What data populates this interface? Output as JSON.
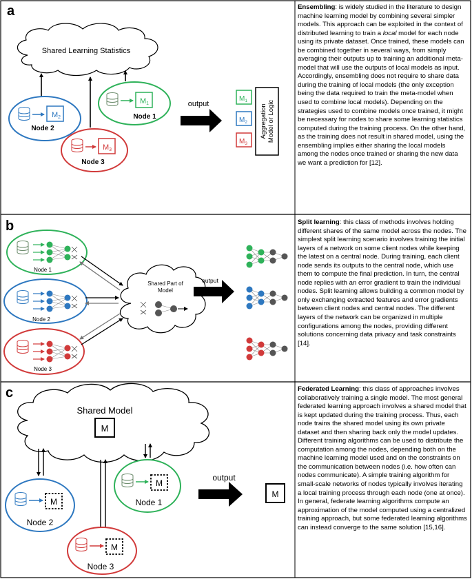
{
  "colors": {
    "green": "#2fb25a",
    "blue": "#2e78c0",
    "red": "#d13a3a",
    "black": "#000000"
  },
  "panel_a": {
    "letter": "a",
    "cloud_label": "Shared Learning Statistics",
    "node1_label": "Node 1",
    "node2_label": "Node 2",
    "node3_label": "Node 3",
    "model_1": "M",
    "model_1_sub": "1",
    "model_2": "M",
    "model_2_sub": "2",
    "model_3": "M",
    "model_3_sub": "3",
    "output_label": "output",
    "aggregation_line1": "Aggregation",
    "aggregation_line2": "Model or Logic",
    "text_title": "Ensembling",
    "text_body_1": ": is widely studied in the literature to design machine learning model by combining several simpler models. This approach can be exploited in the context of distributed learning to train a ",
    "text_italic": "local",
    "text_body_2": " model for each node using its private dataset. Once trained, these models can be combined together in several ways, from simply averaging their outputs up to training an additional meta-model that will use the outputs of local models as input. Accordingly, ensembling does not require to share data during the training of local models (the only exception being the data required to train the meta-model when used to combine local models). Depending on the strategies used to combine models once trained, it might be necessary for nodes to share some learning statistics computed during the training process. On the other hand, as the training does not result in shared model, using the ensembling implies either sharing the local models among the nodes once trained or sharing the new data we want a prediction for [12]."
  },
  "panel_b": {
    "letter": "b",
    "node1_label": "Node 1",
    "node2_label": "Node 2",
    "node3_label": "Node 3",
    "cloud_label_1": "Shared Part of",
    "cloud_label_2": "Model",
    "output_label": "output",
    "text_title": "Split learning",
    "text_body": ": this class of methods involves holding different shares of the same model across the nodes. The simplest split learning scenario involves training the initial layers of a network on some client nodes while keeping the latest on a central node. During training, each client node sends its outputs to the central node, which use them to compute the final prediction. In turn, the central node replies with an error gradient to train the individual nodes. Split learning allows building a common model by only exchanging extracted features and error gradients between client nodes and central nodes. The different layers of the network can be organized in multiple configurations among the nodes, providing different solutions concerning data privacy and task constraints [14]."
  },
  "panel_c": {
    "letter": "c",
    "cloud_label": "Shared Model",
    "model": "M",
    "node1_label": "Node 1",
    "node2_label": "Node 2",
    "node3_label": "Node 3",
    "output_label": "output",
    "text_title": "Federated Learning",
    "text_body": ": this class of approaches involves collaboratively training a single model. The most general federated learning approach involves a shared model that is kept updated during the training process. Thus, each node trains the shared model using its own private dataset and then sharing back only the model updates. Different training algorithms can be used to distribute the computation among the nodes, depending both on the machine learning model used and on the constraints on the communication between nodes (i.e. how often can nodes communicate). A simple training algorithm for small-scale networks of nodes typically involves iterating a local training process through each node (one at once). In general, federate learning algorithms compute an approximation of the model computed using a centralized training approach, but some federated learning algorithms can instead converge to the same solution [15,16]."
  }
}
